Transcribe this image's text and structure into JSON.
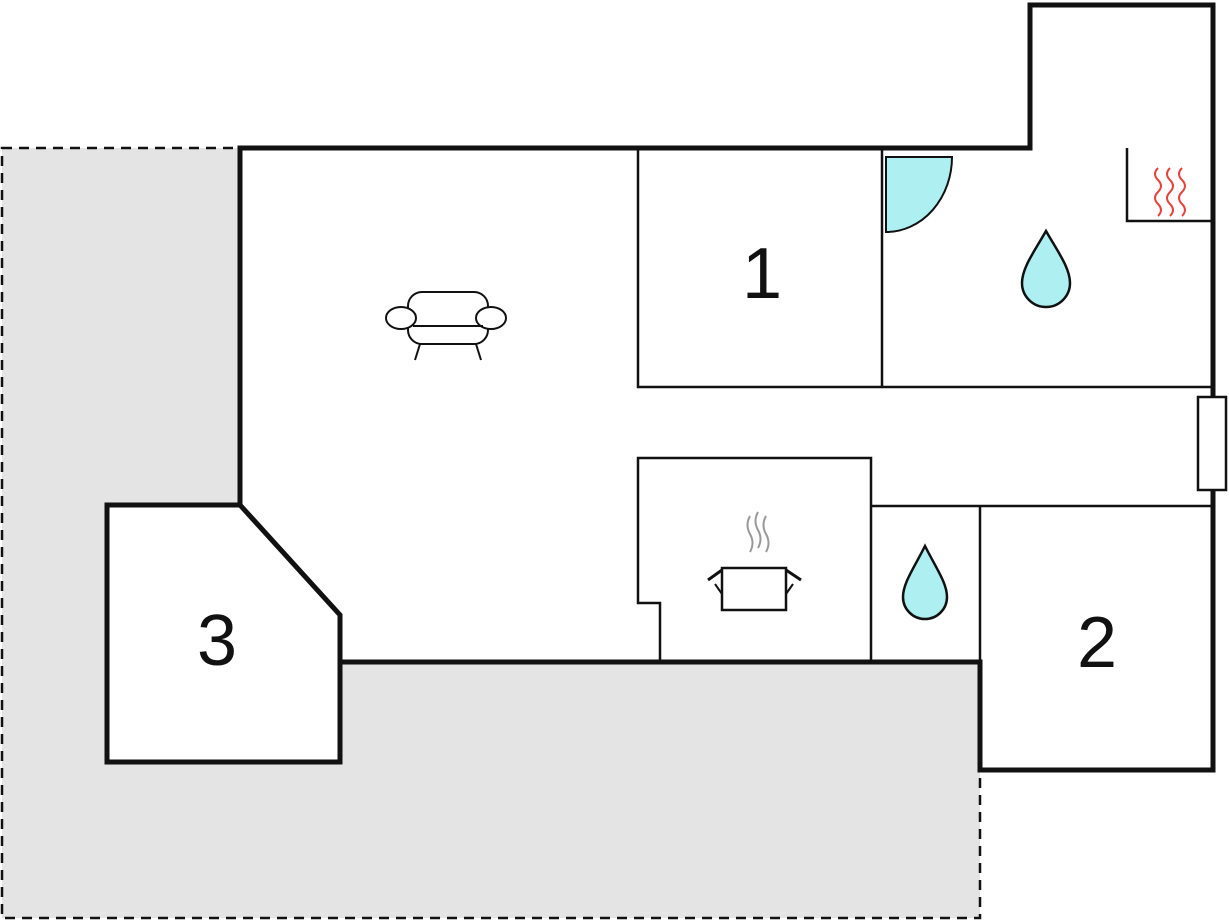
{
  "colors": {
    "background": "#ffffff",
    "wall": "#111111",
    "terrace": "#e4e4e4",
    "water": "#aef0f2",
    "door": "#aef0f2",
    "heater": "#e8403a",
    "steam": "#999999"
  },
  "rooms": [
    {
      "id": "living-room",
      "icon": "sofa-icon"
    },
    {
      "id": "bedroom-1",
      "label": "1"
    },
    {
      "id": "bathroom",
      "icon": "water-drop-icon"
    },
    {
      "id": "sauna",
      "icon": "sauna-heat-icon"
    },
    {
      "id": "kitchen",
      "icon": "cooking-pot-icon"
    },
    {
      "id": "wc",
      "icon": "water-drop-icon"
    },
    {
      "id": "bedroom-2",
      "label": "2"
    },
    {
      "id": "bedroom-3",
      "label": "3"
    }
  ],
  "terrace": {
    "style": "dashed",
    "fill": "grey"
  }
}
